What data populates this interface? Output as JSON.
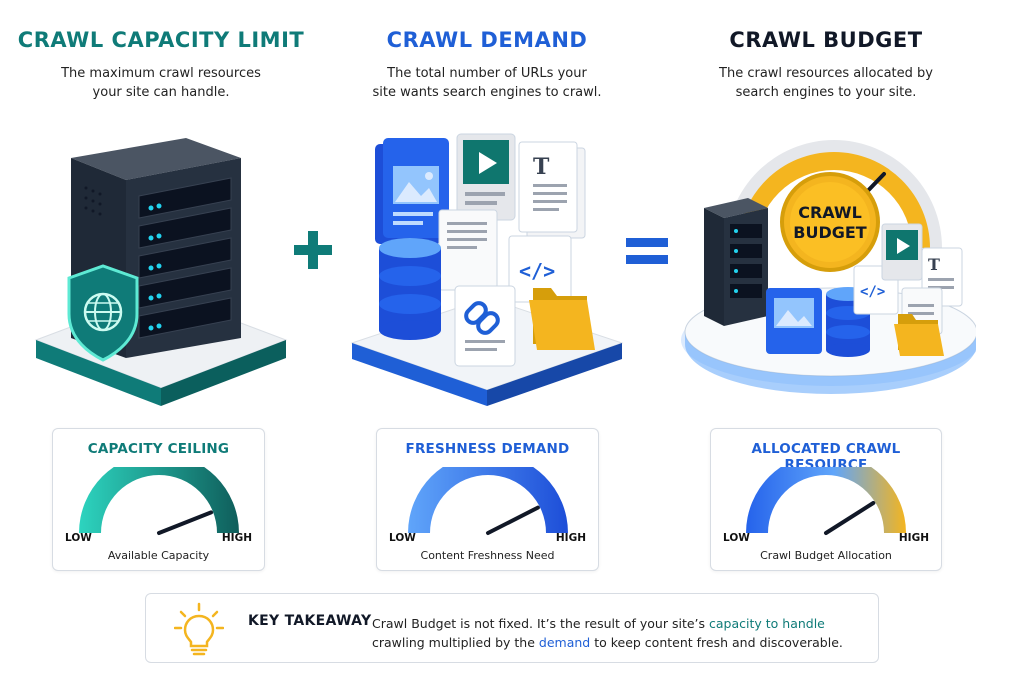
{
  "columns": [
    {
      "title": "CRAWL CAPACITY LIMIT",
      "desc_line1": "The maximum crawl resources",
      "desc_line2": "your site can handle."
    },
    {
      "title": "CRAWL DEMAND",
      "desc_line1": "The total number of URLs your",
      "desc_line2": "site wants search engines to crawl."
    },
    {
      "title": "CRAWL BUDGET",
      "desc_line1": "The crawl resources allocated by",
      "desc_line2": "search engines to your site."
    }
  ],
  "operators": {
    "plus": "+",
    "equals": "="
  },
  "budget_badge": {
    "line1": "CRAWL",
    "line2": "BUDGET"
  },
  "gauges": [
    {
      "title": "CAPACITY CEILING",
      "low": "LOW",
      "high": "HIGH",
      "caption": "Available Capacity",
      "level": 0.88
    },
    {
      "title": "FRESHNESS DEMAND",
      "low": "LOW",
      "high": "HIGH",
      "caption": "Content Freshness Need",
      "level": 0.85
    },
    {
      "title": "ALLOCATED CRAWL RESOURCE",
      "low": "LOW",
      "high": "HIGH",
      "caption": "Crawl Budget Allocation",
      "level": 0.82
    }
  ],
  "takeaway": {
    "title": "KEY TAKEAWAY",
    "text_1": "Crawl Budget is not fixed. It’s the result of your site’s ",
    "highlight_1": "capacity to handle",
    "text_2": " crawling multiplied by the ",
    "highlight_2": "demand",
    "text_3": " to keep content fresh and discoverable."
  },
  "colors": {
    "teal": "#0f7b78",
    "blue": "#1f5fd6",
    "navy": "#111827",
    "gold": "#f4b51f",
    "server": "#1f2937"
  },
  "icons": [
    "server-icon",
    "shield-globe-icon",
    "image-doc-icon",
    "video-doc-icon",
    "text-doc-icon",
    "code-doc-icon",
    "link-doc-icon",
    "database-icon",
    "folder-icon",
    "lightbulb-icon"
  ]
}
